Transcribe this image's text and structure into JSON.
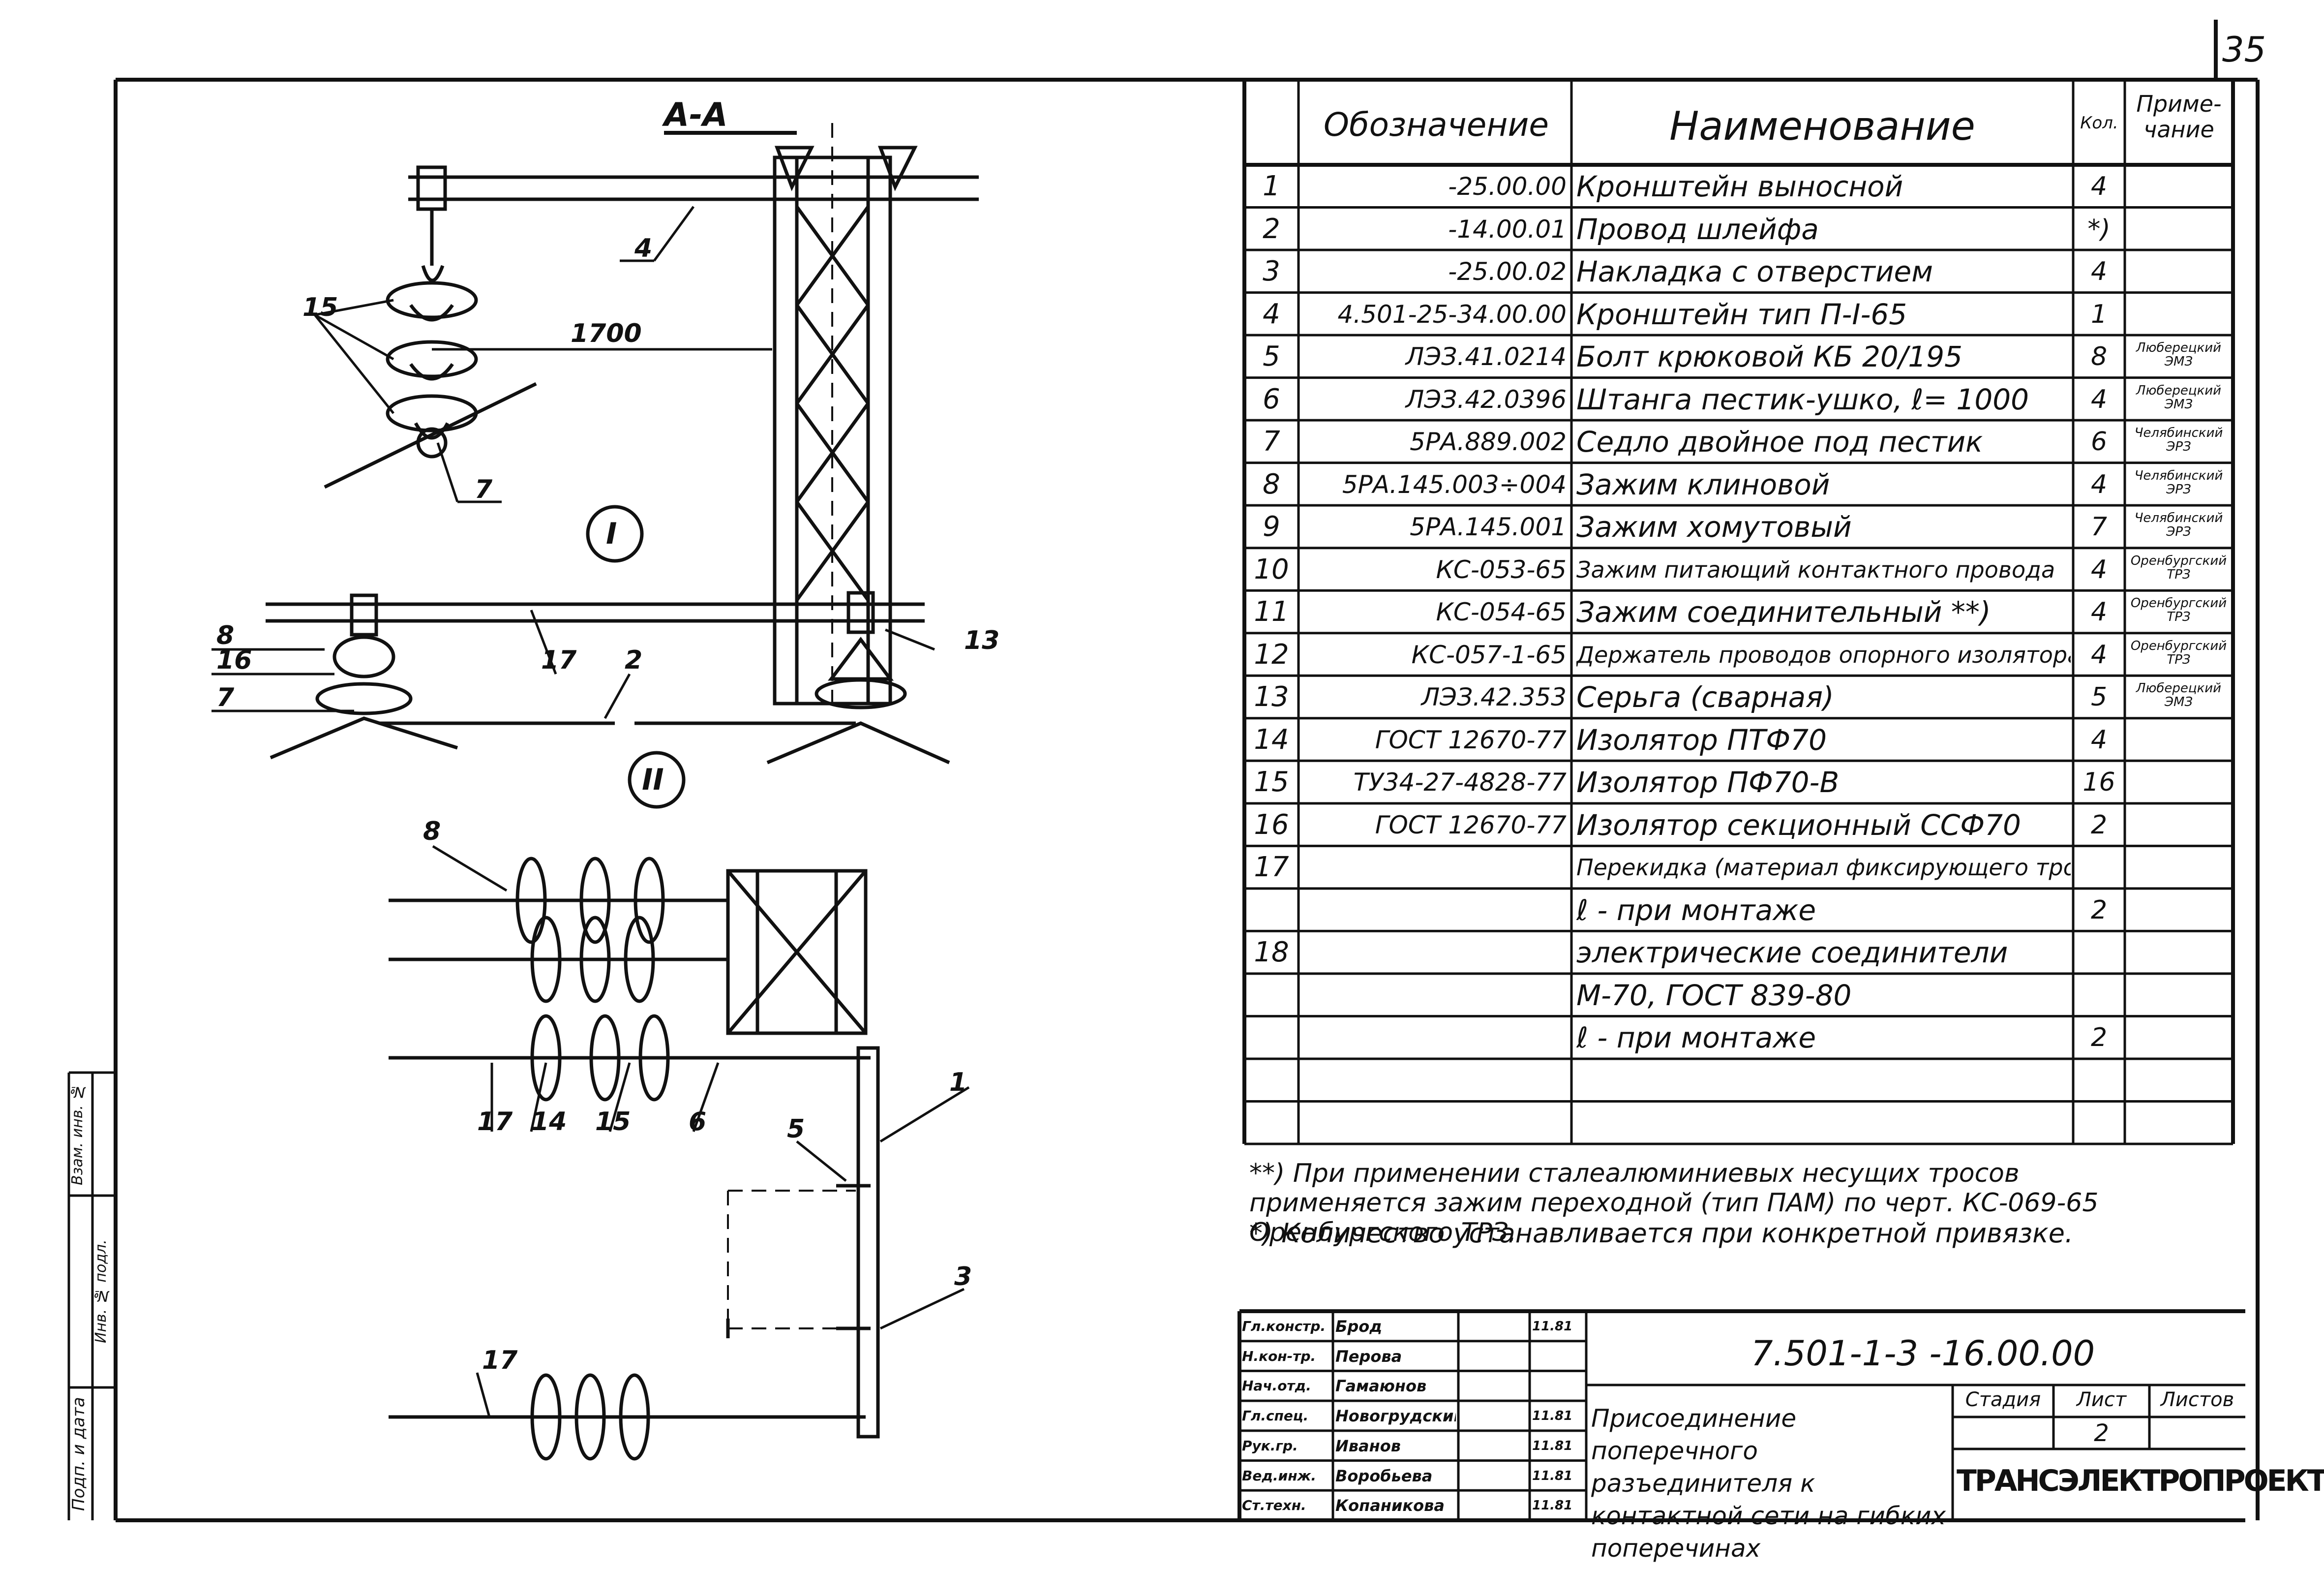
{
  "sheet_number": "35",
  "section_label": "А-А",
  "dimension": "1700",
  "view_marks": [
    "I",
    "II"
  ],
  "callouts": {
    "view_aa": [
      "15",
      "7",
      "4"
    ],
    "view_i": [
      "8",
      "16",
      "7",
      "17",
      "2",
      "13"
    ],
    "view_ii": [
      "8",
      "5",
      "17",
      "14",
      "15",
      "6",
      "1",
      "3",
      "17"
    ]
  },
  "table": {
    "headers": {
      "number": "",
      "designation": "Обозначение",
      "name": "Наименование",
      "qty": "Кол.",
      "note": "Приме-чание"
    },
    "rows": [
      {
        "n": "1",
        "code": "-25.00.00",
        "name": "Кронштейн выносной",
        "qty": "4",
        "note": ""
      },
      {
        "n": "2",
        "code": "-14.00.01",
        "name": "Провод шлейфа",
        "qty": "*)",
        "note": ""
      },
      {
        "n": "3",
        "code": "-25.00.02",
        "name": "Накладка с отверстием",
        "qty": "4",
        "note": ""
      },
      {
        "n": "4",
        "code": "4.501-25-34.00.00",
        "name": "Кронштейн тип П-I-65",
        "qty": "1",
        "note": ""
      },
      {
        "n": "5",
        "code": "ЛЭЗ.41.0214",
        "name": "Болт крюковой КБ 20/195",
        "qty": "8",
        "note": "Люберецкий ЭМЗ"
      },
      {
        "n": "6",
        "code": "ЛЭЗ.42.0396",
        "name": "Штанга пестик-ушко, ℓ= 1000",
        "qty": "4",
        "note": "Люберецкий ЭМЗ"
      },
      {
        "n": "7",
        "code": "5РА.889.002",
        "name": "Седло двойное под пестик",
        "qty": "6",
        "note": "Челябинский ЭРЗ"
      },
      {
        "n": "8",
        "code": "5РА.145.003÷004",
        "name": "Зажим клиновой",
        "qty": "4",
        "note": "Челябинский ЭРЗ"
      },
      {
        "n": "9",
        "code": "5РА.145.001",
        "name": "Зажим хомутовый",
        "qty": "7",
        "note": "Челябинский ЭРЗ"
      },
      {
        "n": "10",
        "code": "КС-053-65",
        "name": "Зажим питающий контактного провода",
        "qty": "4",
        "note": "Оренбургский ТРЗ"
      },
      {
        "n": "11",
        "code": "КС-054-65",
        "name": "Зажим соединительный **)",
        "qty": "4",
        "note": "Оренбургский ТРЗ"
      },
      {
        "n": "12",
        "code": "КС-057-1-65",
        "name": "Держатель проводов опорного изолятора",
        "qty": "4",
        "note": "Оренбургский ТРЗ"
      },
      {
        "n": "13",
        "code": "ЛЭЗ.42.353",
        "name": "Серьга (сварная)",
        "qty": "5",
        "note": "Люберецкий ЭМЗ"
      },
      {
        "n": "14",
        "code": "ГОСТ 12670-77",
        "name": "Изолятор ПТФ70",
        "qty": "4",
        "note": ""
      },
      {
        "n": "15",
        "code": "ТУ34-27-4828-77",
        "name": "Изолятор ПФ70-В",
        "qty": "16",
        "note": ""
      },
      {
        "n": "16",
        "code": "ГОСТ 12670-77",
        "name": "Изолятор секционный ССФ70",
        "qty": "2",
        "note": ""
      },
      {
        "n": "17",
        "code": "",
        "name": "Перекидка (материал фиксирующего троса)",
        "qty": "",
        "note": ""
      },
      {
        "n": "",
        "code": "",
        "name": "ℓ - при монтаже",
        "qty": "2",
        "note": ""
      },
      {
        "n": "18",
        "code": "",
        "name": "электрические соединители",
        "qty": "",
        "note": ""
      },
      {
        "n": "",
        "code": "",
        "name": "М-70, ГОСТ 839-80",
        "qty": "",
        "note": ""
      },
      {
        "n": "",
        "code": "",
        "name": "ℓ - при монтаже",
        "qty": "2",
        "note": ""
      },
      {
        "n": "",
        "code": "",
        "name": "",
        "qty": "",
        "note": ""
      },
      {
        "n": "",
        "code": "",
        "name": "",
        "qty": "",
        "note": ""
      }
    ]
  },
  "footnotes": [
    "**) При применении сталеалюминиевых несущих тросов применяется зажим переходной (тип ПАМ) по черт. КС-069-65 Оренбургского ТРЗ.",
    "*) Количество устанавливается при конкретной привязке."
  ],
  "side_stamp": [
    "Подп. и дата",
    "Взам. инв. №",
    "Инв. № подл."
  ],
  "title_block": {
    "doc_number": "7.501-1-3 -16.00.00",
    "title": "Присоединение поперечного разъединителя к контактной сети на гибких поперечинах",
    "stage_label": "Стадия",
    "sheet_label": "Лист",
    "sheets_label": "Листов",
    "sheet_value": "2",
    "organization": "ТРАНСЭЛЕКТРОПРОЕКТ",
    "signatures": [
      {
        "role": "Гл.констр.",
        "name": "Брод",
        "date": "11.81"
      },
      {
        "role": "Н.кон-тр.",
        "name": "Перова",
        "date": ""
      },
      {
        "role": "Нач.отд.",
        "name": "Гамаюнов",
        "date": ""
      },
      {
        "role": "Гл.спец.",
        "name": "Новогрудский",
        "date": "11.81"
      },
      {
        "role": "Рук.гр.",
        "name": "Иванов",
        "date": "11.81"
      },
      {
        "role": "Вед.инж.",
        "name": "Воробьева",
        "date": "11.81"
      },
      {
        "role": "Ст.техн.",
        "name": "Копаникова",
        "date": "11.81"
      }
    ]
  }
}
